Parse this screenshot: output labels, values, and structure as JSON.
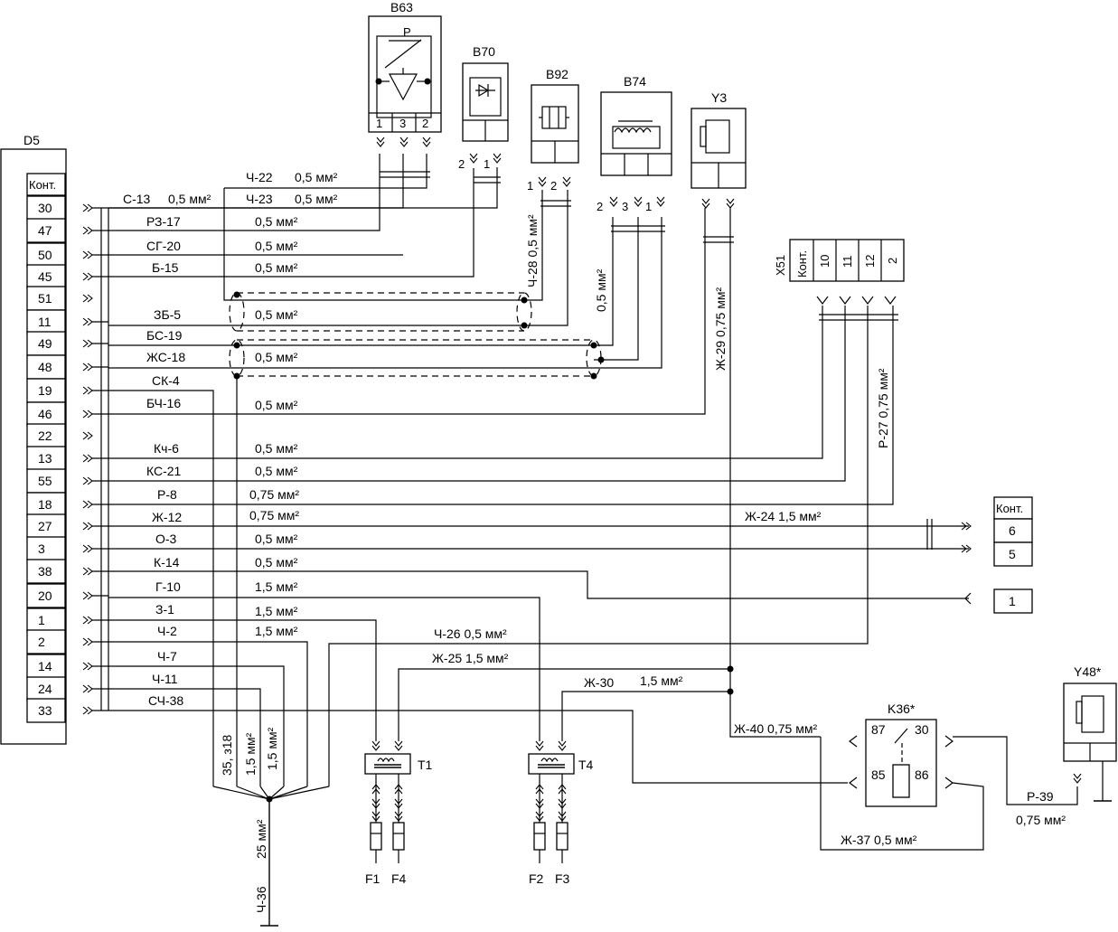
{
  "d5": {
    "title": "D5",
    "header": "Конт.",
    "pins": [
      "30",
      "47",
      "50",
      "45",
      "51",
      "11",
      "49",
      "48",
      "19",
      "46",
      "22",
      "13",
      "55",
      "18",
      "27",
      "3",
      "38",
      "20",
      "1",
      "2",
      "14",
      "24",
      "33"
    ]
  },
  "connectors": {
    "b63": "B63",
    "b63_p": "P",
    "b63_pins": [
      "1",
      "3",
      "2"
    ],
    "b70": "B70",
    "b70_pins": [
      "2",
      "1"
    ],
    "b92": "B92",
    "b92_pins": [
      "1",
      "2"
    ],
    "b74": "B74",
    "b74_pins": [
      "2",
      "3",
      "1"
    ],
    "y3": "Y3",
    "x51": "X51",
    "x51_header": "Конт.",
    "x51_pins": [
      "10",
      "11",
      "12",
      "2"
    ],
    "right_header": "Конт.",
    "right_pins": [
      "6",
      "5",
      "1"
    ],
    "k36": "K36*",
    "k36_pins": [
      "87",
      "30",
      "85",
      "86"
    ],
    "y48": "Y48*",
    "t1": "T1",
    "t4": "T4",
    "fuses": [
      "F1",
      "F4",
      "F2",
      "F3"
    ]
  },
  "wires": {
    "c13": "С-13",
    "c13_size": "0,5 мм²",
    "ch22": "Ч-22",
    "ch22_size": "0,5 мм²",
    "ch23": "Ч-23",
    "ch23_size": "0,5 мм²",
    "rz17": "РЗ-17",
    "rz17_size": "0,5 мм²",
    "sg20": "СГ-20",
    "sg20_size": "0,5 мм²",
    "b15": "Б-15",
    "b15_size": "0,5 мм²",
    "zb5": "ЗБ-5",
    "zb5_size": "0,5 мм²",
    "bs19": "БС-19",
    "zhs18": "ЖС-18",
    "zhs18_size": "0,5 мм²",
    "sk4": "СК-4",
    "bch16": "БЧ-16",
    "bch16_size": "0,5 мм²",
    "kch6": "Кч-6",
    "kch6_size": "0,5 мм²",
    "ks21": "КС-21",
    "ks21_size": "0,5 мм²",
    "r8": "Р-8",
    "r8_size": "0,75 мм²",
    "zh12": "Ж-12",
    "zh12_size": "0,75 мм²",
    "o3": "О-3",
    "o3_size": "0,5 мм²",
    "k14": "К-14",
    "k14_size": "0,5 мм²",
    "g10": "Г-10",
    "g10_size": "1,5 мм²",
    "z1": "З-1",
    "z1_size": "1,5 мм²",
    "ch2": "Ч-2",
    "ch2_size": "1,5 мм²",
    "ch7": "Ч-7",
    "ch11": "Ч-11",
    "sch38": "СЧ-38",
    "zh24": "Ж-24  1,5 мм²",
    "ch26": "Ч-26  0,5 мм²",
    "zh25": "Ж-25  1,5 мм²",
    "zh30": "Ж-30",
    "zh30_size": "1,5 мм²",
    "zh40": "Ж-40  0,75 мм²",
    "zh37": "Ж-37  0,5 мм²",
    "r39": "Р-39",
    "r39_size": "0,75 мм²",
    "ch28": "Ч-28 0,5 мм²",
    "b74_size": "0,5 мм²",
    "zh29": "Ж-29 0,75 мм²",
    "r27": "Р-27  0,75 мм²",
    "gnd_a": "35, з18",
    "gnd_b": "1,5 мм²",
    "gnd_c": "1,5 мм²",
    "gnd_size": "25 мм²",
    "ch36": "Ч-36"
  }
}
